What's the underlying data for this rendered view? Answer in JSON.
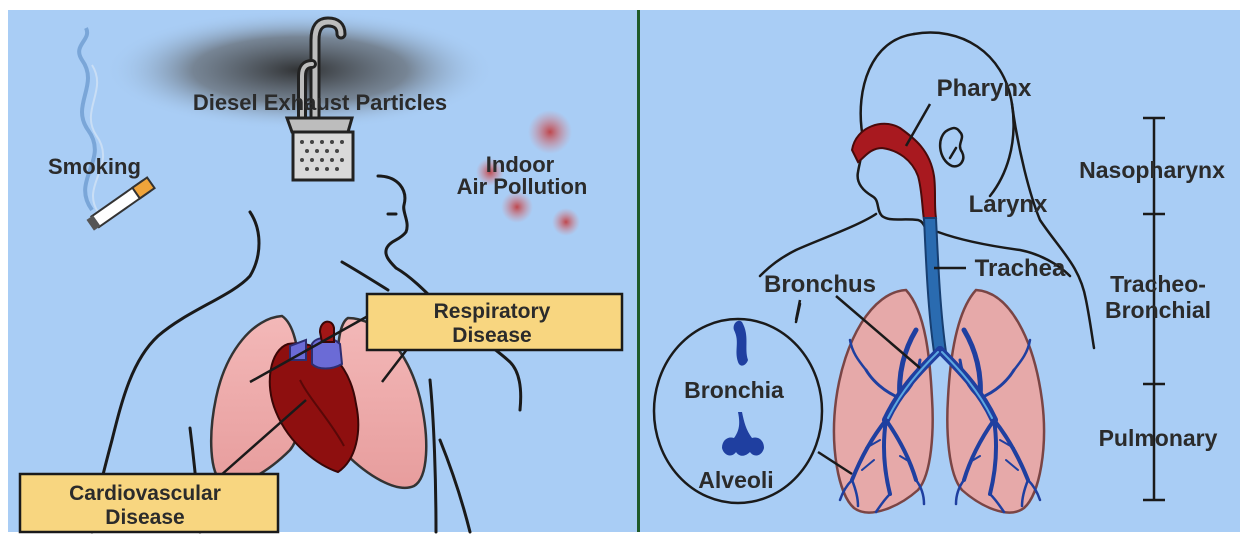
{
  "left_panel": {
    "sources": {
      "smoking": "Smoking",
      "diesel": "Diesel Exhaust Particles",
      "indoor_line1": "Indoor",
      "indoor_line2": "Air Pollution"
    },
    "respiratory_box": {
      "line1": "Respiratory",
      "line2": "Disease"
    },
    "cardio_box": {
      "line1": "Cardiovascular",
      "line2": "Disease"
    }
  },
  "right_panel": {
    "anatomy": {
      "pharynx": "Pharynx",
      "larynx": "Larynx",
      "trachea": "Trachea",
      "bronchus": "Bronchus",
      "bronchia": "Bronchia",
      "alveoli": "Alveoli"
    },
    "regions": {
      "nasopharynx": "Nasopharynx",
      "tracheo_line1": "Tracheo-",
      "tracheo_line2": "Bronchial",
      "pulmonary": "Pulmonary"
    }
  },
  "colors": {
    "background": "#a9cdf5",
    "divider": "#1f5a2a",
    "lung_fill": "#f2a7a7",
    "heart_red": "#8e0f0f",
    "airway_blue": "#1f3fa0",
    "label_box": "#f8d680",
    "upper_airway_red": "#a8191f"
  }
}
